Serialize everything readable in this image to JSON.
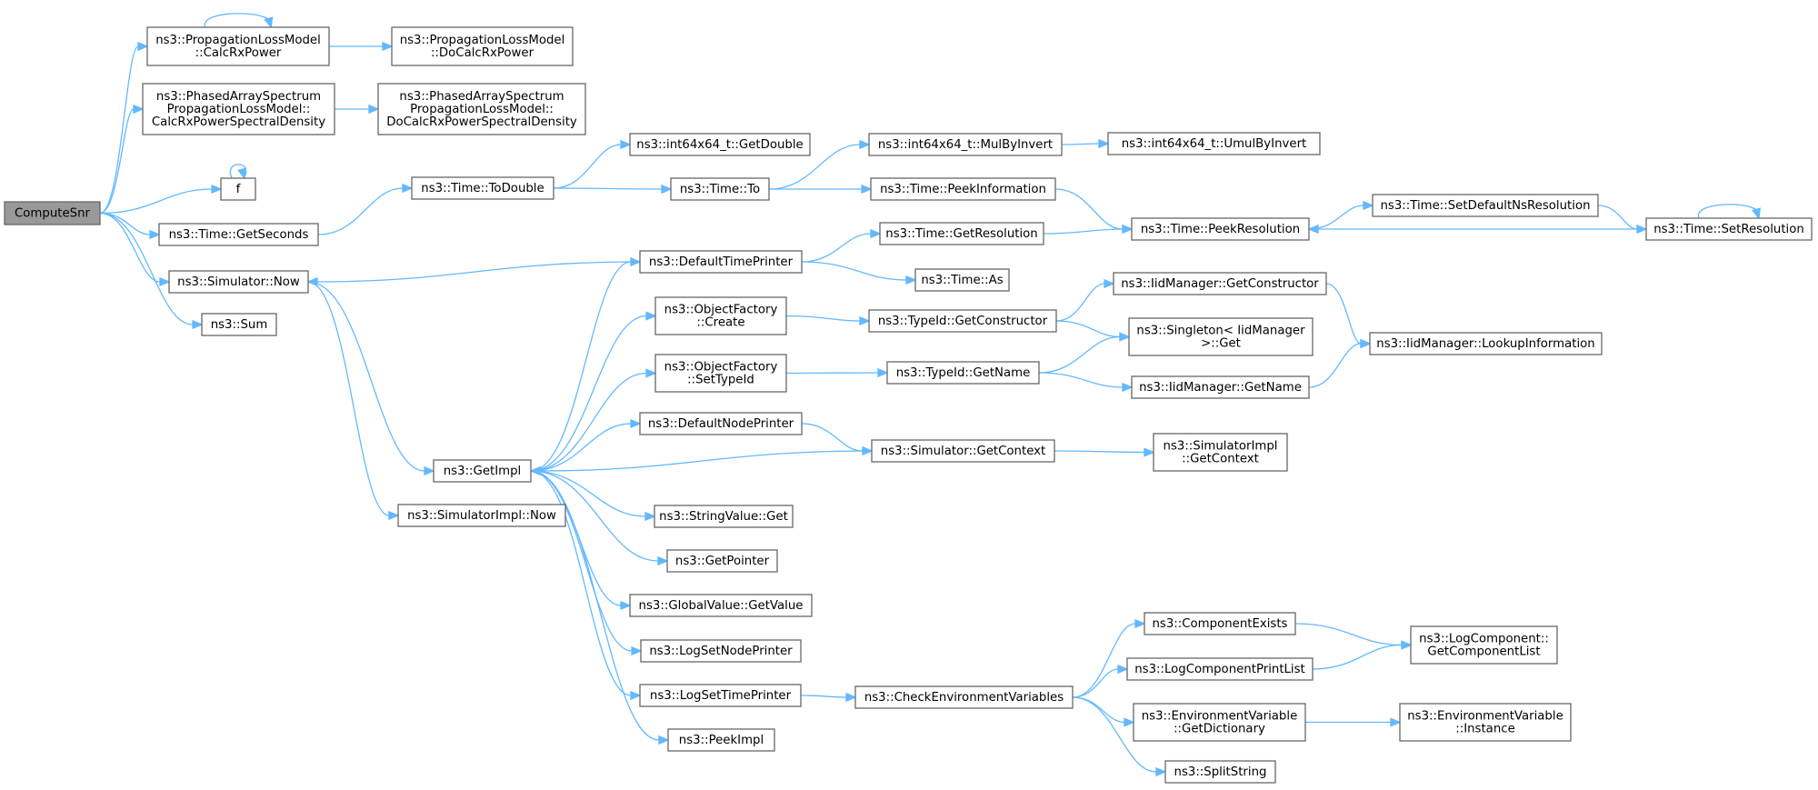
{
  "diagram": {
    "type": "call-graph",
    "edge_color": "#63b8ff",
    "root_fill": "#999999",
    "node_border": "#666666",
    "nodes": [
      {
        "id": "computesnr",
        "lines": [
          "ComputeSnr"
        ],
        "root": true
      },
      {
        "id": "calcrxpower",
        "lines": [
          "ns3::PropagationLossModel",
          "::CalcRxPower"
        ]
      },
      {
        "id": "docalcrxpower",
        "lines": [
          "ns3::PropagationLossModel",
          "::DoCalcRxPower"
        ]
      },
      {
        "id": "calcrxpsd",
        "lines": [
          "ns3::PhasedArraySpectrum",
          "PropagationLossModel::",
          "CalcRxPowerSpectralDensity"
        ]
      },
      {
        "id": "docalcrxpsd",
        "lines": [
          "ns3::PhasedArraySpectrum",
          "PropagationLossModel::",
          "DoCalcRxPowerSpectralDensity"
        ]
      },
      {
        "id": "f",
        "lines": [
          "f"
        ]
      },
      {
        "id": "getseconds",
        "lines": [
          "ns3::Time::GetSeconds"
        ]
      },
      {
        "id": "simnow",
        "lines": [
          "ns3::Simulator::Now"
        ]
      },
      {
        "id": "sum",
        "lines": [
          "ns3::Sum"
        ]
      },
      {
        "id": "todouble",
        "lines": [
          "ns3::Time::ToDouble"
        ]
      },
      {
        "id": "getdouble",
        "lines": [
          "ns3::int64x64_t::GetDouble"
        ]
      },
      {
        "id": "timeto",
        "lines": [
          "ns3::Time::To"
        ]
      },
      {
        "id": "mulbyinvert",
        "lines": [
          "ns3::int64x64_t::MulByInvert"
        ]
      },
      {
        "id": "umulbyinvert",
        "lines": [
          "ns3::int64x64_t::UmulByInvert"
        ]
      },
      {
        "id": "peekinfo",
        "lines": [
          "ns3::Time::PeekInformation"
        ]
      },
      {
        "id": "peekres",
        "lines": [
          "ns3::Time::PeekResolution"
        ]
      },
      {
        "id": "setdefaultns",
        "lines": [
          "ns3::Time::SetDefaultNsResolution"
        ]
      },
      {
        "id": "setres",
        "lines": [
          "ns3::Time::SetResolution"
        ]
      },
      {
        "id": "defaulttimeprinter",
        "lines": [
          "ns3::DefaultTimePrinter"
        ]
      },
      {
        "id": "getresolution",
        "lines": [
          "ns3::Time::GetResolution"
        ]
      },
      {
        "id": "timeas",
        "lines": [
          "ns3::Time::As"
        ]
      },
      {
        "id": "ofcreate",
        "lines": [
          "ns3::ObjectFactory",
          "::Create"
        ]
      },
      {
        "id": "tidgetctor",
        "lines": [
          "ns3::TypeId::GetConstructor"
        ]
      },
      {
        "id": "iidgetctor",
        "lines": [
          "ns3::IidManager::GetConstructor"
        ]
      },
      {
        "id": "singletonget",
        "lines": [
          "ns3::Singleton< IidManager",
          ">::Get"
        ]
      },
      {
        "id": "lookupinfo",
        "lines": [
          "ns3::IidManager::LookupInformation"
        ]
      },
      {
        "id": "ofsettypeid",
        "lines": [
          "ns3::ObjectFactory",
          "::SetTypeId"
        ]
      },
      {
        "id": "tidgetname",
        "lines": [
          "ns3::TypeId::GetName"
        ]
      },
      {
        "id": "iidgetname",
        "lines": [
          "ns3::IidManager::GetName"
        ]
      },
      {
        "id": "defaultnodeprinter",
        "lines": [
          "ns3::DefaultNodePrinter"
        ]
      },
      {
        "id": "simgetcontext",
        "lines": [
          "ns3::Simulator::GetContext"
        ]
      },
      {
        "id": "simimplgetcontext",
        "lines": [
          "ns3::SimulatorImpl",
          "::GetContext"
        ]
      },
      {
        "id": "getimpl",
        "lines": [
          "ns3::GetImpl"
        ]
      },
      {
        "id": "simimplnow",
        "lines": [
          "ns3::SimulatorImpl::Now"
        ]
      },
      {
        "id": "stringvalueget",
        "lines": [
          "ns3::StringValue::Get"
        ]
      },
      {
        "id": "getpointer",
        "lines": [
          "ns3::GetPointer"
        ]
      },
      {
        "id": "globalvalueget",
        "lines": [
          "ns3::GlobalValue::GetValue"
        ]
      },
      {
        "id": "logsetnodeprinter",
        "lines": [
          "ns3::LogSetNodePrinter"
        ]
      },
      {
        "id": "logsettimeprinter",
        "lines": [
          "ns3::LogSetTimePrinter"
        ]
      },
      {
        "id": "checkenv",
        "lines": [
          "ns3::CheckEnvironmentVariables"
        ]
      },
      {
        "id": "componentexists",
        "lines": [
          "ns3::ComponentExists"
        ]
      },
      {
        "id": "logcomponentprintlist",
        "lines": [
          "ns3::LogComponentPrintList"
        ]
      },
      {
        "id": "getcomponentlist",
        "lines": [
          "ns3::LogComponent::",
          "GetComponentList"
        ]
      },
      {
        "id": "envgetdict",
        "lines": [
          "ns3::EnvironmentVariable",
          "::GetDictionary"
        ]
      },
      {
        "id": "envinstance",
        "lines": [
          "ns3::EnvironmentVariable",
          "::Instance"
        ]
      },
      {
        "id": "splitstring",
        "lines": [
          "ns3::SplitString"
        ]
      },
      {
        "id": "peekimpl",
        "lines": [
          "ns3::PeekImpl"
        ]
      }
    ],
    "edges": [
      [
        "computesnr",
        "calcrxpower"
      ],
      [
        "calcrxpower",
        "calcrxpower"
      ],
      [
        "calcrxpower",
        "docalcrxpower"
      ],
      [
        "computesnr",
        "calcrxpsd"
      ],
      [
        "calcrxpsd",
        "docalcrxpsd"
      ],
      [
        "computesnr",
        "f"
      ],
      [
        "f",
        "f"
      ],
      [
        "computesnr",
        "getseconds"
      ],
      [
        "computesnr",
        "simnow"
      ],
      [
        "computesnr",
        "sum"
      ],
      [
        "getseconds",
        "todouble"
      ],
      [
        "todouble",
        "getdouble"
      ],
      [
        "todouble",
        "timeto"
      ],
      [
        "timeto",
        "mulbyinvert"
      ],
      [
        "mulbyinvert",
        "umulbyinvert"
      ],
      [
        "timeto",
        "peekinfo"
      ],
      [
        "peekinfo",
        "peekres"
      ],
      [
        "peekres",
        "setdefaultns"
      ],
      [
        "setdefaultns",
        "setres"
      ],
      [
        "setres",
        "peekres"
      ],
      [
        "setres",
        "setres"
      ],
      [
        "simnow",
        "getimpl"
      ],
      [
        "simnow",
        "simimplnow"
      ],
      [
        "defaulttimeprinter",
        "simnow"
      ],
      [
        "defaulttimeprinter",
        "getresolution"
      ],
      [
        "defaulttimeprinter",
        "timeas"
      ],
      [
        "getresolution",
        "peekres"
      ],
      [
        "getimpl",
        "defaulttimeprinter"
      ],
      [
        "getimpl",
        "ofcreate"
      ],
      [
        "getimpl",
        "ofsettypeid"
      ],
      [
        "getimpl",
        "defaultnodeprinter"
      ],
      [
        "getimpl",
        "stringvalueget"
      ],
      [
        "getimpl",
        "getpointer"
      ],
      [
        "getimpl",
        "globalvalueget"
      ],
      [
        "getimpl",
        "logsetnodeprinter"
      ],
      [
        "getimpl",
        "logsettimeprinter"
      ],
      [
        "getimpl",
        "peekimpl"
      ],
      [
        "ofcreate",
        "tidgetctor"
      ],
      [
        "tidgetctor",
        "iidgetctor"
      ],
      [
        "tidgetctor",
        "singletonget"
      ],
      [
        "iidgetctor",
        "lookupinfo"
      ],
      [
        "ofsettypeid",
        "tidgetname"
      ],
      [
        "tidgetname",
        "singletonget"
      ],
      [
        "tidgetname",
        "iidgetname"
      ],
      [
        "iidgetname",
        "lookupinfo"
      ],
      [
        "defaultnodeprinter",
        "simgetcontext"
      ],
      [
        "simgetcontext",
        "getimpl"
      ],
      [
        "simgetcontext",
        "simimplgetcontext"
      ],
      [
        "logsettimeprinter",
        "checkenv"
      ],
      [
        "checkenv",
        "componentexists"
      ],
      [
        "checkenv",
        "logcomponentprintlist"
      ],
      [
        "checkenv",
        "envgetdict"
      ],
      [
        "checkenv",
        "splitstring"
      ],
      [
        "componentexists",
        "getcomponentlist"
      ],
      [
        "logcomponentprintlist",
        "getcomponentlist"
      ],
      [
        "envgetdict",
        "envinstance"
      ]
    ]
  }
}
